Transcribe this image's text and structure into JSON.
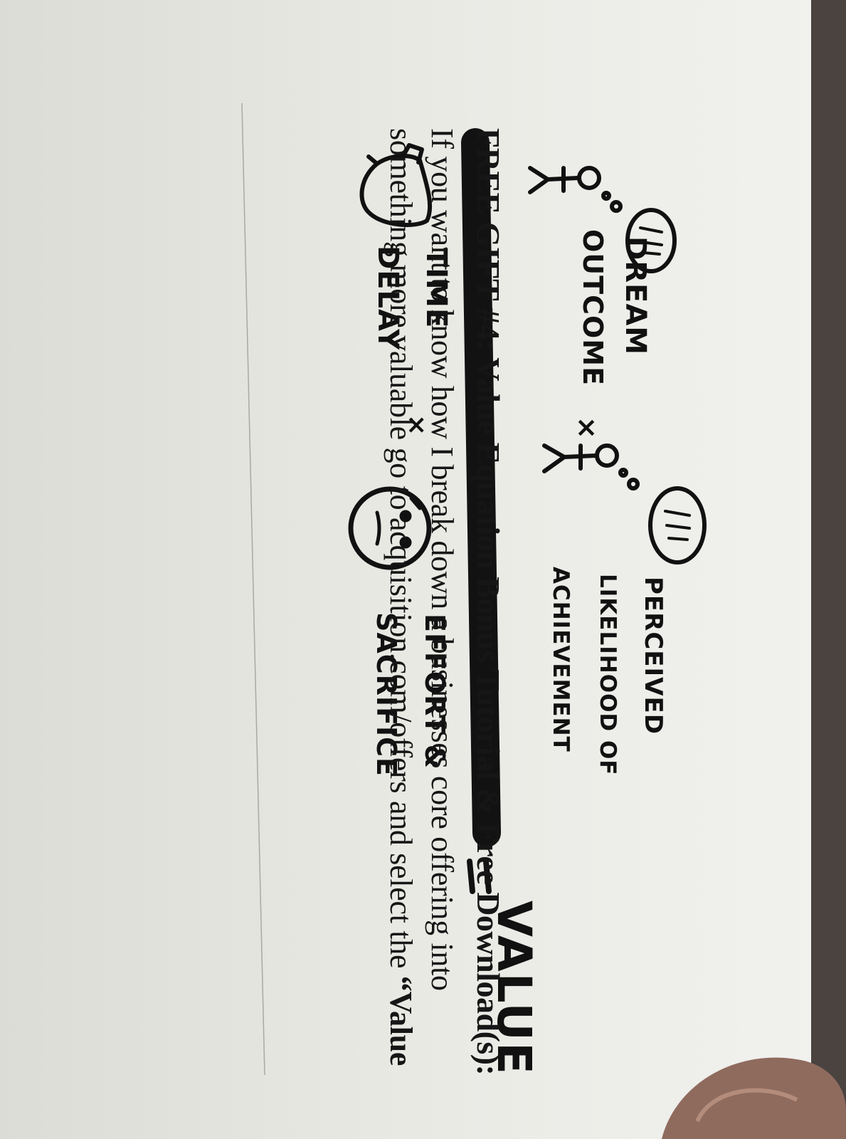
{
  "equation": {
    "result_label": "VALUE",
    "equals_sign": "=",
    "multiply_sign": "×",
    "numerator": {
      "term1": {
        "line1": "DREAM",
        "line2": "OUTCOME"
      },
      "term2": {
        "line1": "PERCEIVED",
        "line2": "LIKELIHOOD OF",
        "line3": "ACHIEVEMENT"
      }
    },
    "denominator": {
      "term1": {
        "line1": "TIME",
        "line2": "DELAY"
      },
      "term2": {
        "line1": "EFFORT &",
        "line2": "SACRIFICE"
      }
    }
  },
  "book_text": {
    "heading_bold": "FREE GIFT #4: Value Equation Bonus Tutorial & Free Download(s):",
    "line1": "If you want to know how I break down a businesses core offering into",
    "line2_start": "something more valuable go to acquisition.com/offers and select the ",
    "line2_bold": "“Value"
  },
  "colors": {
    "paper": "#e9e9e4",
    "ink": "#111111",
    "background": "#3a3533"
  }
}
